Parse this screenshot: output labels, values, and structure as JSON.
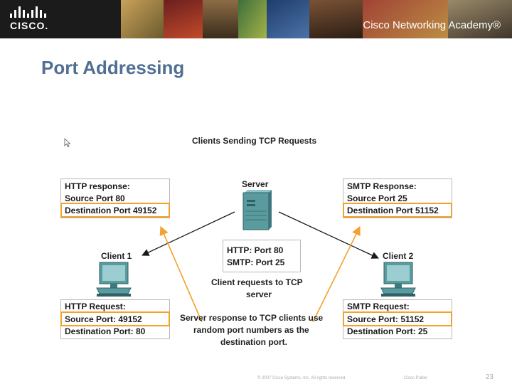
{
  "header": {
    "logo_text": "CISCO.",
    "academy_text": "Cisco Networking Academy®"
  },
  "slide": {
    "title": "Port Addressing"
  },
  "diagram": {
    "title": "Clients Sending TCP Requests",
    "server_label": "Server",
    "client1_label": "Client 1",
    "client2_label": "Client 2",
    "http_response": {
      "line1": "HTTP response:",
      "line2": "Source Port 80",
      "line3": "Destination Port 49152"
    },
    "smtp_response": {
      "line1": "SMTP Response:",
      "line2": "Source Port 25",
      "line3": "Destination Port 51152"
    },
    "server_ports": {
      "line1": "HTTP: Port 80",
      "line2": "SMTP: Port 25"
    },
    "client_requests_note": {
      "line1": "Client requests to TCP",
      "line2": "server"
    },
    "http_request": {
      "line1": "HTTP Request:",
      "line2": "Source Port: 49152",
      "line3": "Destination Port: 80"
    },
    "smtp_request": {
      "line1": "SMTP Request:",
      "line2": "Source Port: 51152",
      "line3": "Destination Port: 25"
    },
    "server_response_note": {
      "line1": "Server response to TCP clients use",
      "line2": "random port numbers as the",
      "line3": "destination port."
    },
    "colors": {
      "highlight": "#f4a12e",
      "server": "#5a9b9f",
      "arrow_dark": "#1a1a1a"
    }
  },
  "footer": {
    "copyright": "© 2007 Cisco Systems, Inc. All rights reserved.",
    "classification": "Cisco Public",
    "page_number": "23"
  }
}
